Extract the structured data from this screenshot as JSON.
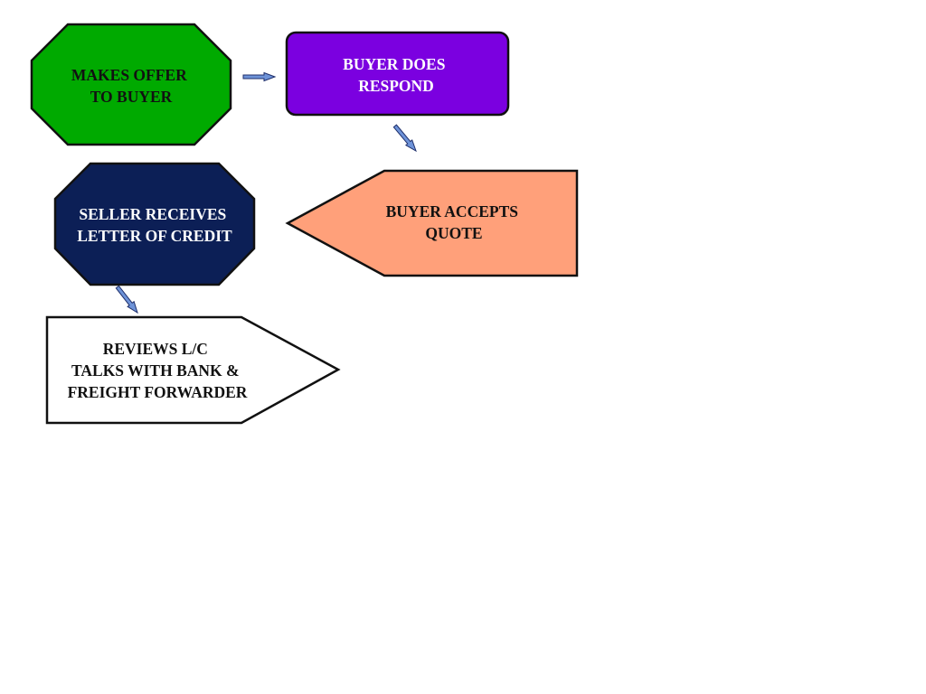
{
  "nodes": {
    "makes_offer": {
      "lines": [
        "MAKES OFFER",
        "TO BUYER"
      ],
      "fill": "#00aa00",
      "text_color": "#111111"
    },
    "buyer_responds": {
      "lines": [
        "BUYER DOES",
        "RESPOND"
      ],
      "fill": "#7b00e0",
      "text_color": "#ffffff"
    },
    "buyer_accepts": {
      "lines": [
        "BUYER ACCEPTS",
        "QUOTE"
      ],
      "fill": "#ffa07a",
      "text_color": "#111111"
    },
    "seller_receives": {
      "lines": [
        "SELLER RECEIVES",
        "LETTER OF CREDIT"
      ],
      "fill": "#0c1f56",
      "text_color": "#ffffff"
    },
    "reviews_lc": {
      "lines": [
        "REVIEWS L/C",
        "TALKS WITH BANK &",
        "FREIGHT FORWARDER"
      ],
      "fill": "#ffffff",
      "text_color": "#111111"
    }
  },
  "colors": {
    "arrow_fill": "#6e93d8",
    "arrow_stroke": "#1f2f6b",
    "outline": "#111111"
  }
}
